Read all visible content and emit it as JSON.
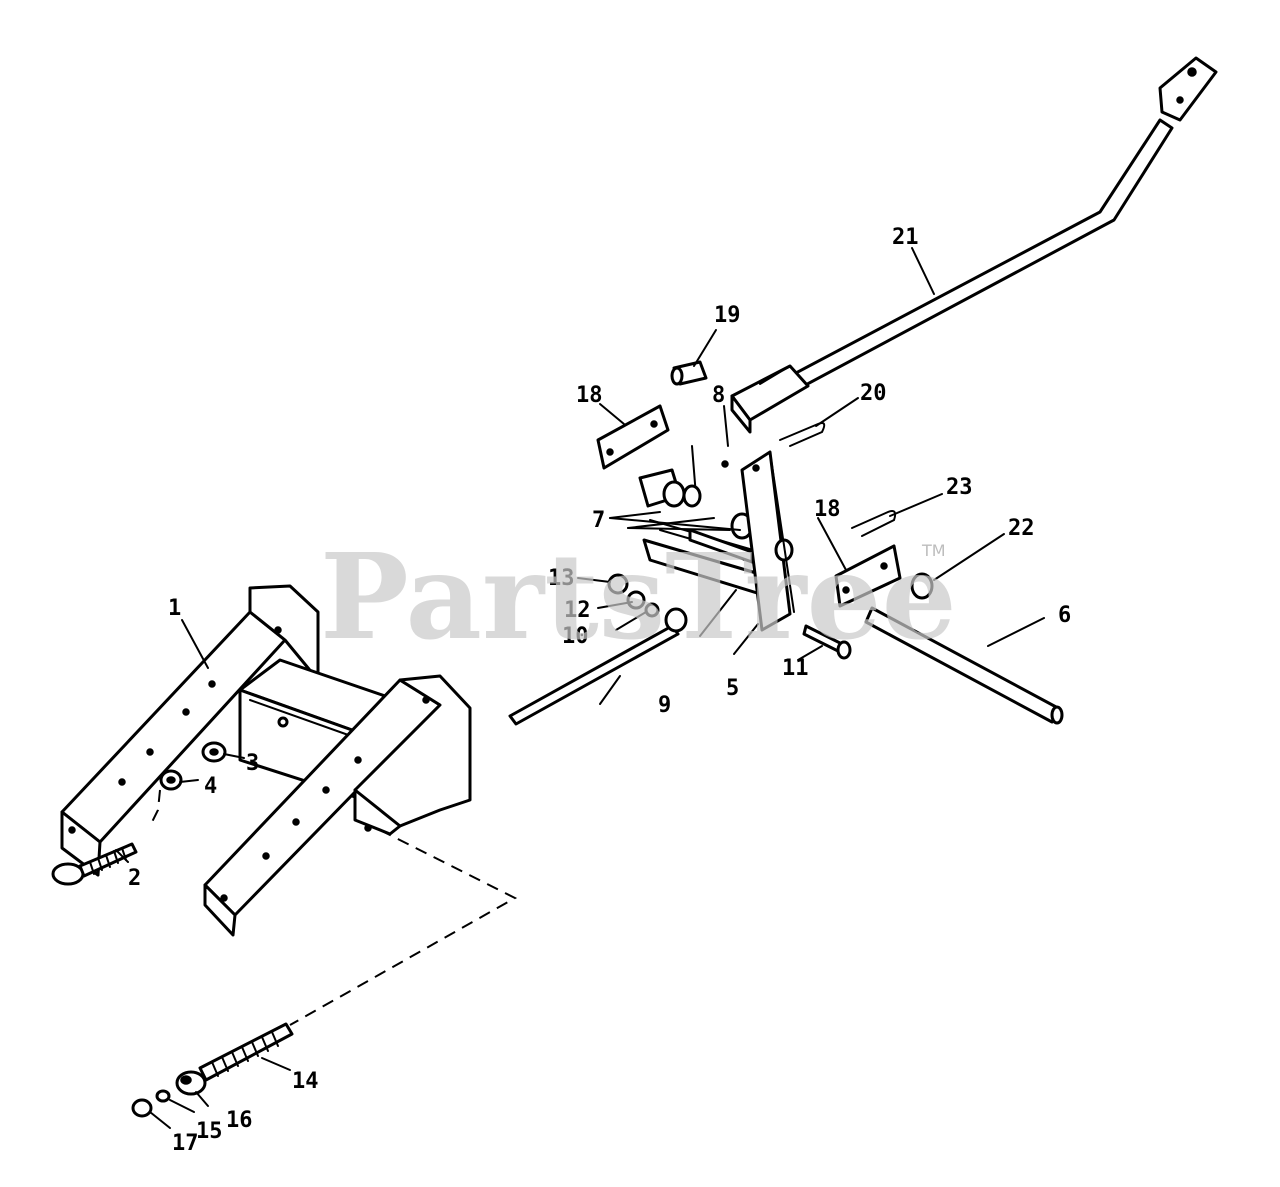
{
  "watermark": {
    "brand": "PartsTree",
    "trademark": "TM"
  },
  "callouts": {
    "c1": "1",
    "c2": "2",
    "c3": "3",
    "c4": "4",
    "c5": "5",
    "c6": "6",
    "c7": "7",
    "c8": "8",
    "c9": "9",
    "c10": "10",
    "c11": "11",
    "c12": "12",
    "c13": "13",
    "c14": "14",
    "c15": "15",
    "c16": "16",
    "c17": "17",
    "c18a": "18",
    "c18b": "18",
    "c19": "19",
    "c20": "20",
    "c21": "21",
    "c22": "22",
    "c23": "23"
  }
}
